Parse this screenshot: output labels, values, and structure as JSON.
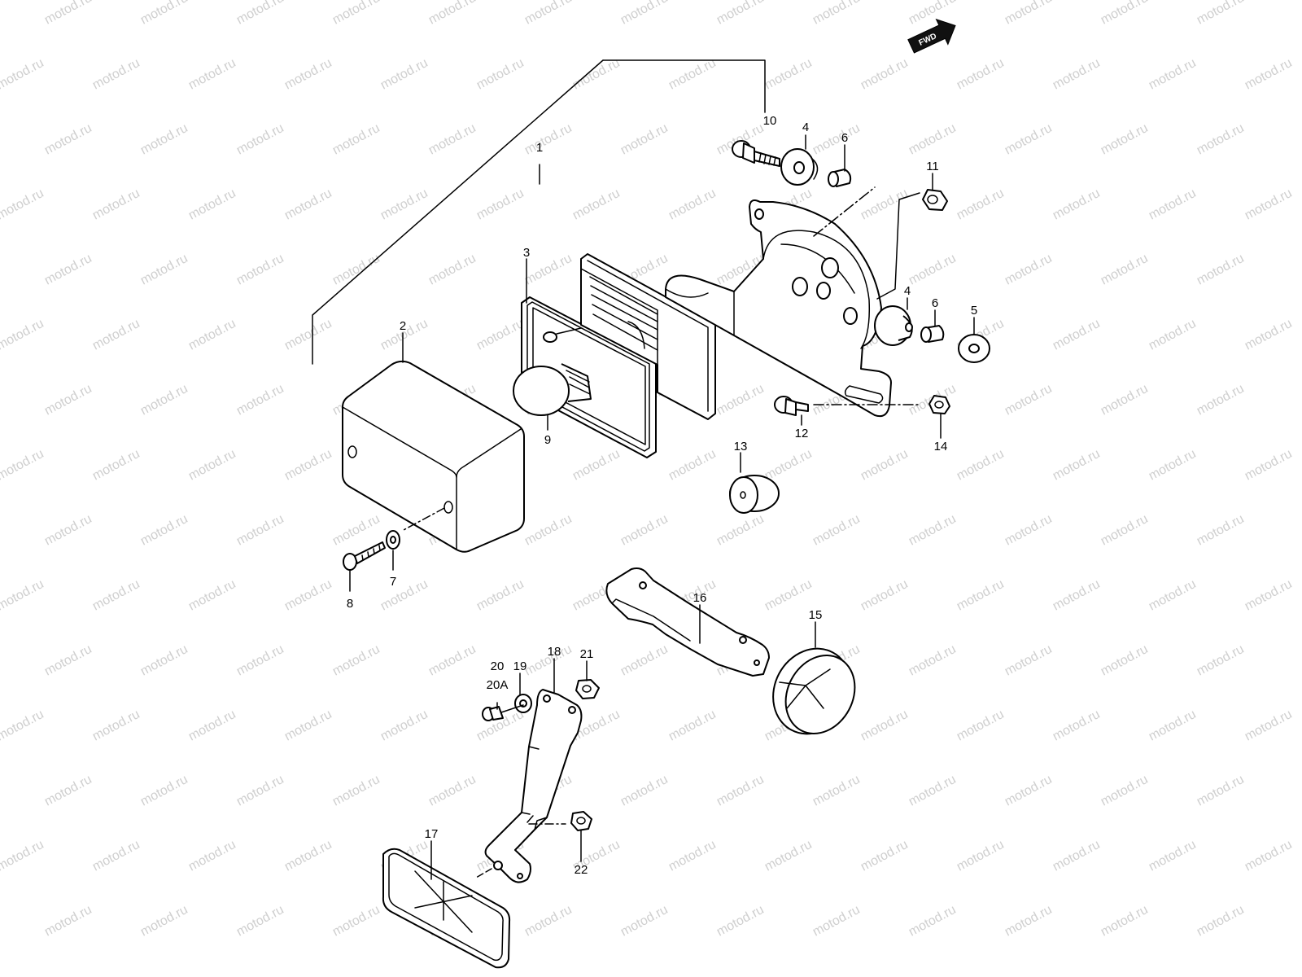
{
  "watermark": "motod.ru",
  "fwd_label": "FWD",
  "callouts": {
    "p1": "1",
    "p2": "2",
    "p3": "3",
    "p4a": "4",
    "p4b": "4",
    "p5": "5",
    "p6a": "6",
    "p6b": "6",
    "p7": "7",
    "p8": "8",
    "p9": "9",
    "p10": "10",
    "p11": "11",
    "p12": "12",
    "p13": "13",
    "p14": "14",
    "p15": "15",
    "p16": "16",
    "p17": "17",
    "p18": "18",
    "p19": "19",
    "p20": "20",
    "p20a": "20A",
    "p21": "21",
    "p22": "22"
  }
}
